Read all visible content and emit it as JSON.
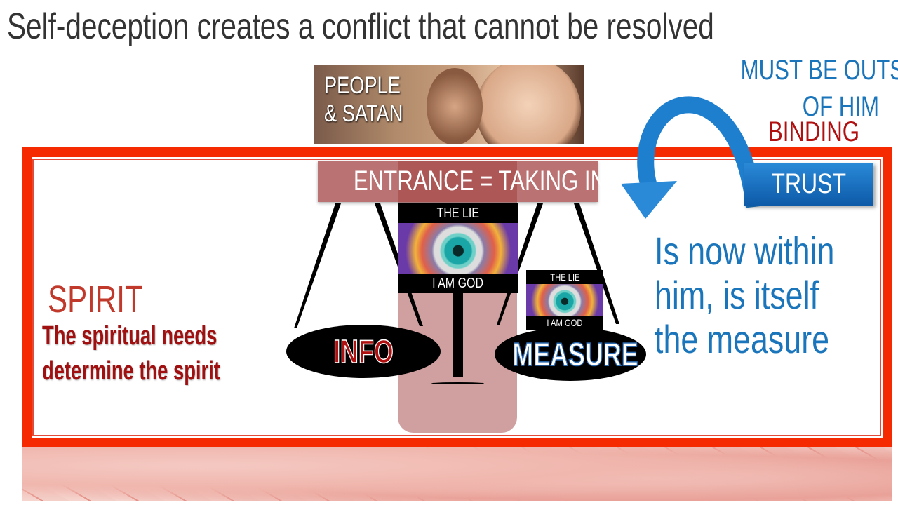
{
  "slide": {
    "title": "Self-deception creates a conflict that cannot be resolved",
    "photo_label_line1": "PEOPLE",
    "photo_label_line2": "& SATAN",
    "entrance": "ENTRANCE = TAKING IN",
    "eye_large": {
      "top": "THE LIE",
      "bottom": "I AM GOD"
    },
    "eye_small": {
      "top": "THE LIE",
      "bottom": "I AM GOD"
    },
    "info": "INFO",
    "measure": "MEASURE",
    "must_line1": "MUST BE OUTSIDE",
    "must_line2": "OF HIM",
    "binding": "BINDING",
    "trust": "TRUST",
    "within": "Is now within him, is itself the measure",
    "spirit": "SPIRIT",
    "needs_line1": "The spiritual needs",
    "needs_line2": "determine the spirit"
  },
  "colors": {
    "frame": "#f52a00",
    "blue": "#1a75bb",
    "dark_red": "#b01010"
  }
}
